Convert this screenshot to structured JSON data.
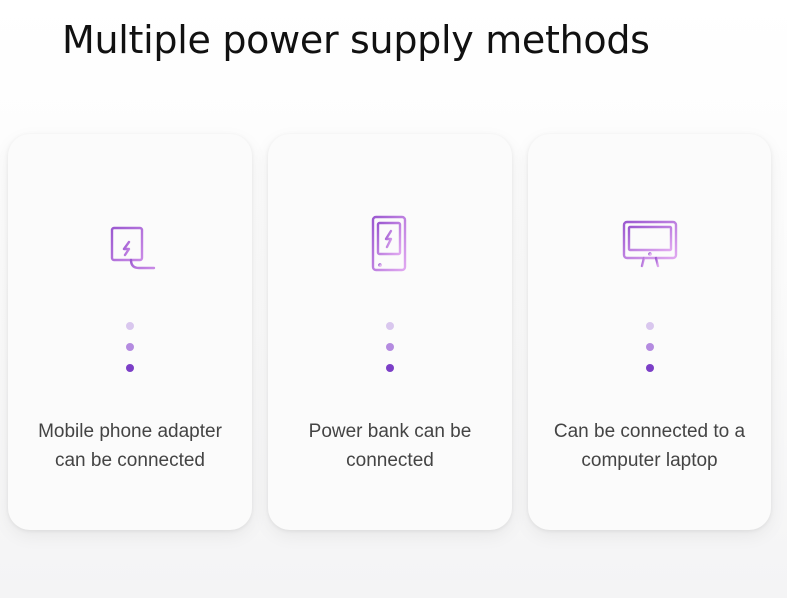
{
  "heading": {
    "title": "Multiple power supply methods"
  },
  "cards": [
    {
      "icon": "charger-adapter-icon",
      "caption_lines": [
        "Mobile phone adapter",
        "can be connected"
      ]
    },
    {
      "icon": "power-bank-icon",
      "caption_lines": [
        "Power bank can be",
        "connected"
      ]
    },
    {
      "icon": "computer-monitor-icon",
      "caption_lines": [
        "Can be connected to a",
        "computer laptop"
      ]
    }
  ],
  "colors": {
    "icon_gradient_start": "#9b59d0",
    "icon_gradient_end": "#e0a8f0",
    "dot_light": "#d9c7ee",
    "dot_mid": "#b48be0",
    "dot_dark": "#7c3fc7"
  }
}
